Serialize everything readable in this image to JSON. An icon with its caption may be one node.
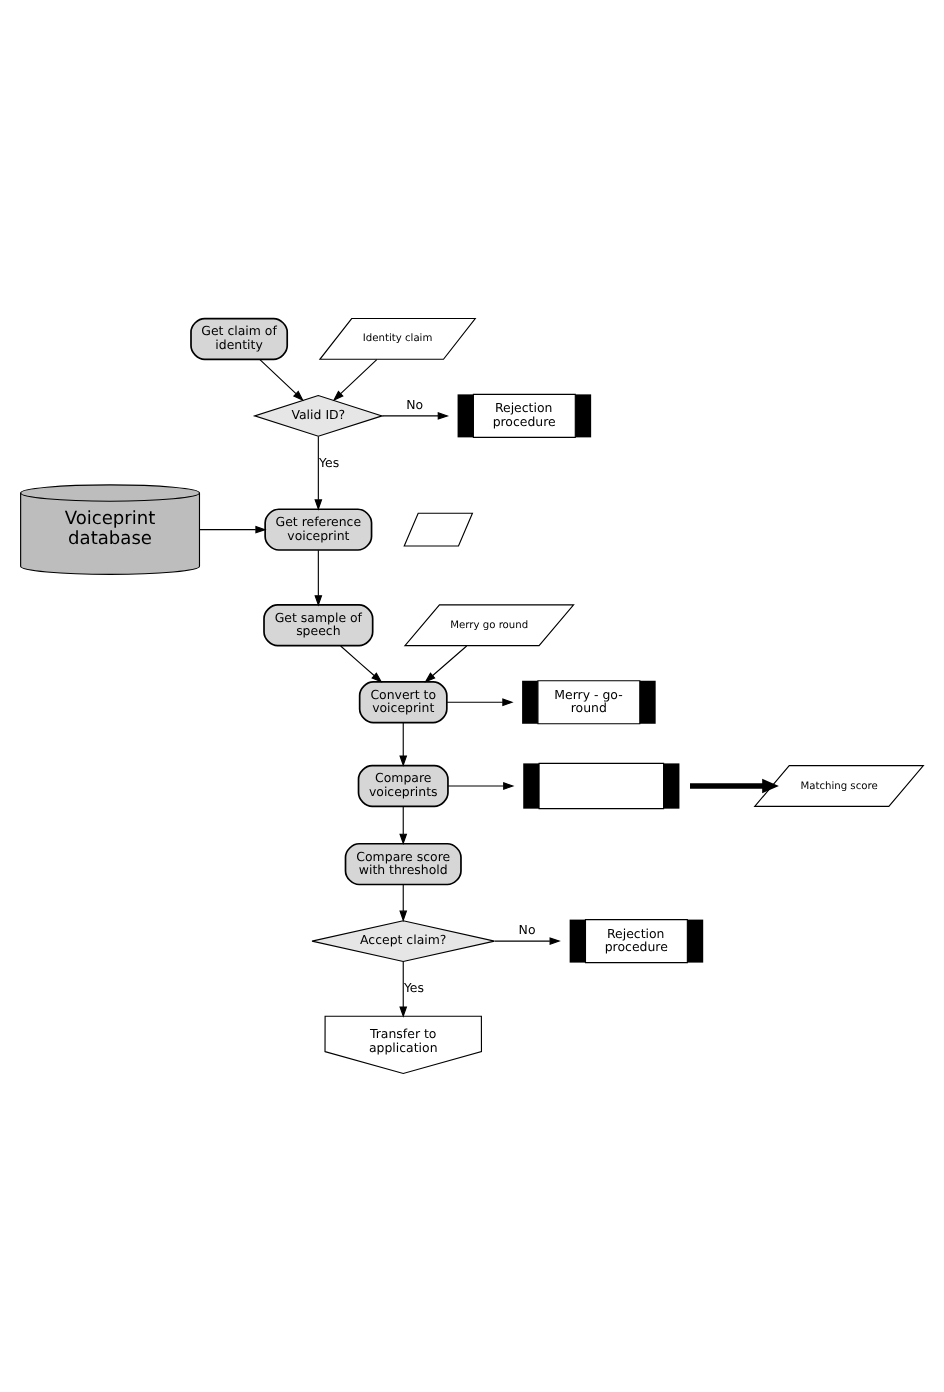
{
  "diagram": {
    "nodes": [
      {
        "text": [
          "Get claim of identity"
        ]
      },
      {
        "text": [
          "Identity claim"
        ]
      },
      {
        "text": [
          "Valid ID?"
        ]
      },
      {
        "text": [
          "Rejection procedure"
        ]
      },
      {
        "text": [],
        "shape": "parallelogram"
      },
      {
        "text": [
          "Get reference voiceprint"
        ]
      },
      {
        "text": [
          "Voiceprint database"
        ]
      },
      {
        "text": [
          "Get sample of speech"
        ]
      },
      {
        "text": [
          "Merry go round"
        ]
      },
      {
        "text": [
          "Convert to voiceprint"
        ]
      },
      {
        "text": [
          "Merry - go- round"
        ]
      },
      {
        "text": [
          "Compare voiceprints"
        ]
      },
      {
        "text": [],
        "shape": "box"
      },
      {
        "text": [
          "Matching score"
        ]
      },
      {
        "text": [
          "Compare score with threshold"
        ]
      },
      {
        "text": [
          "Accept claim?"
        ]
      },
      {
        "text": [
          "Rejection procedure"
        ]
      },
      {
        "text": [
          "Transfer to application"
        ]
      }
    ],
    "edges": [
      {
        "from": 0,
        "to": 2,
        "arrow": "to"
      },
      {
        "from": 1,
        "to": 2,
        "arrow": "to"
      },
      {
        "from": 2,
        "to": 3,
        "arrow": "to",
        "label": "No"
      },
      {
        "from": 2,
        "to": 5,
        "arrow": "to",
        "label": "Yes"
      },
      {
        "from": 6,
        "to": 5,
        "arrow": "to"
      },
      {
        "from": 5,
        "to": 7,
        "arrow": "to"
      },
      {
        "from": 7,
        "to": 9,
        "arrow": "to"
      },
      {
        "from": 8,
        "to": 9,
        "arrow": "to"
      },
      {
        "from": 9,
        "to": 10,
        "arrow": "to"
      },
      {
        "from": 9,
        "to": 11,
        "arrow": "to"
      },
      {
        "from": 11,
        "to": 12,
        "arrow": "to"
      },
      {
        "from": 12,
        "to": 13,
        "arrow": "to",
        "style": "thick"
      },
      {
        "from": 11,
        "to": 14,
        "arrow": "to"
      },
      {
        "from": 14,
        "to": 15,
        "arrow": "to"
      },
      {
        "from": 15,
        "to": 16,
        "arrow": "to",
        "label": "No"
      },
      {
        "from": 15,
        "to": 17,
        "arrow": "to",
        "label": "Yes"
      }
    ]
  }
}
